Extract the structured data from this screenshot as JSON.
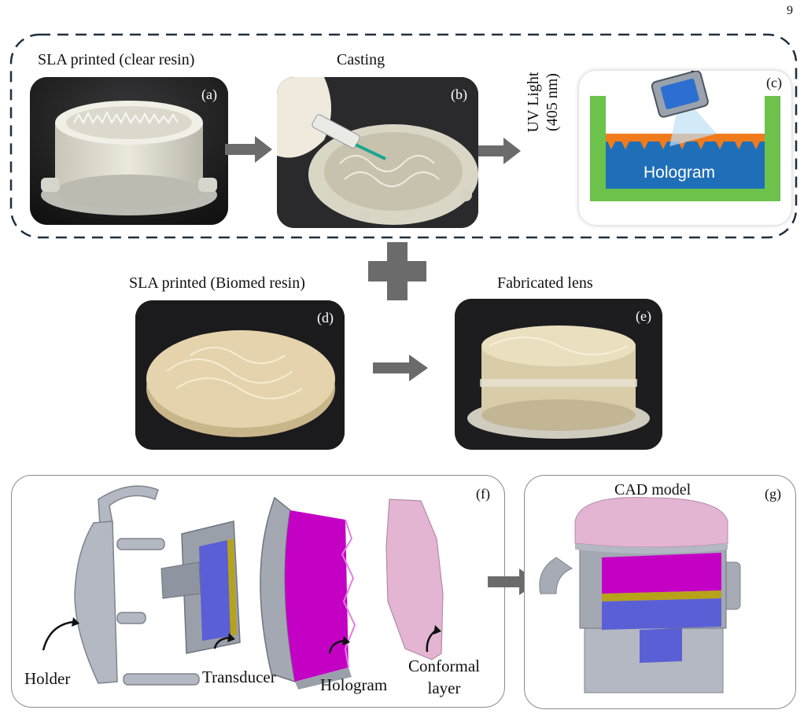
{
  "page_number": "9",
  "top_row": {
    "a": {
      "caption": "SLA printed (clear resin)",
      "letter": "(a)"
    },
    "b": {
      "caption": "Casting",
      "letter": "(b)"
    },
    "c": {
      "letter": "(c)",
      "side_label_line1": "UV Light",
      "side_label_line2": "(405 nm)",
      "inner_label": "Hologram"
    }
  },
  "middle_row": {
    "d": {
      "caption": "SLA printed (Biomed resin)",
      "letter": "(d)"
    },
    "e": {
      "caption": "Fabricated lens",
      "letter": "(e)"
    }
  },
  "bottom_row": {
    "f": {
      "letter": "(f)",
      "parts": {
        "holder": "Holder",
        "transducer": "Transducer",
        "hologram": "Hologram",
        "conformal_line1": "Conformal",
        "conformal_line2": "layer"
      }
    },
    "g": {
      "caption": "CAD model",
      "letter": "(g)"
    }
  },
  "colors": {
    "arrow": "#6b6b6b",
    "hologram_blue": "#1f6fb8",
    "green_wall": "#6cc24a",
    "orange_layer": "#f07b1d",
    "magenta": "#c400c4",
    "pink": "#e3b5d3",
    "cad_gray": "#b3b8c2"
  }
}
